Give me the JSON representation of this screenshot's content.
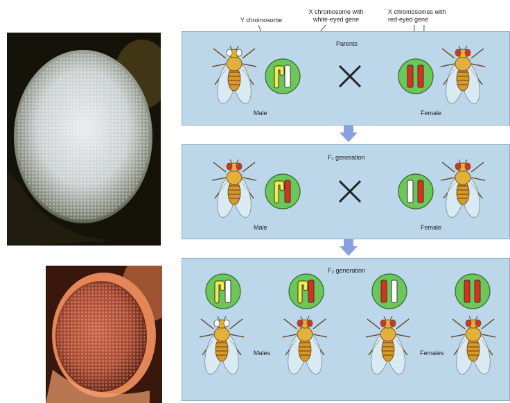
{
  "labels": {
    "y_chromosome": "Y chromosome",
    "x_white_line1": "X chromosome with",
    "x_white_line2": "white-eyed gene",
    "x_red_line1": "X chromosomes with",
    "x_red_line2": "red-eyed gene"
  },
  "panels": {
    "parents": {
      "title": "Parents",
      "male": "Male",
      "female": "Female"
    },
    "f1": {
      "title": "F₁ generation",
      "male": "Male",
      "female": "Female"
    },
    "f2": {
      "title": "F₂ generation",
      "males": "Males",
      "females": "Females"
    }
  },
  "colors": {
    "panel_bg": "#bcd6ea",
    "circle_green": "#6cc65a",
    "chrom_red": "#d8321e",
    "chrom_white": "#ffffff",
    "chrom_yellow": "#f2ec4a",
    "arrow_blue": "#8a9fe0"
  },
  "genotypes": {
    "parents": [
      [
        "Y",
        "Xw"
      ],
      [
        "XR",
        "XR"
      ]
    ],
    "f1": [
      [
        "Y",
        "XR"
      ],
      [
        "Xw",
        "XR"
      ]
    ],
    "f2": [
      [
        "Y",
        "Xw"
      ],
      [
        "Y",
        "XR"
      ],
      [
        "XR",
        "Xw"
      ],
      [
        "XR",
        "XR"
      ]
    ]
  },
  "icons": [
    "cross-icon",
    "down-arrow-icon",
    "fly-icon"
  ]
}
